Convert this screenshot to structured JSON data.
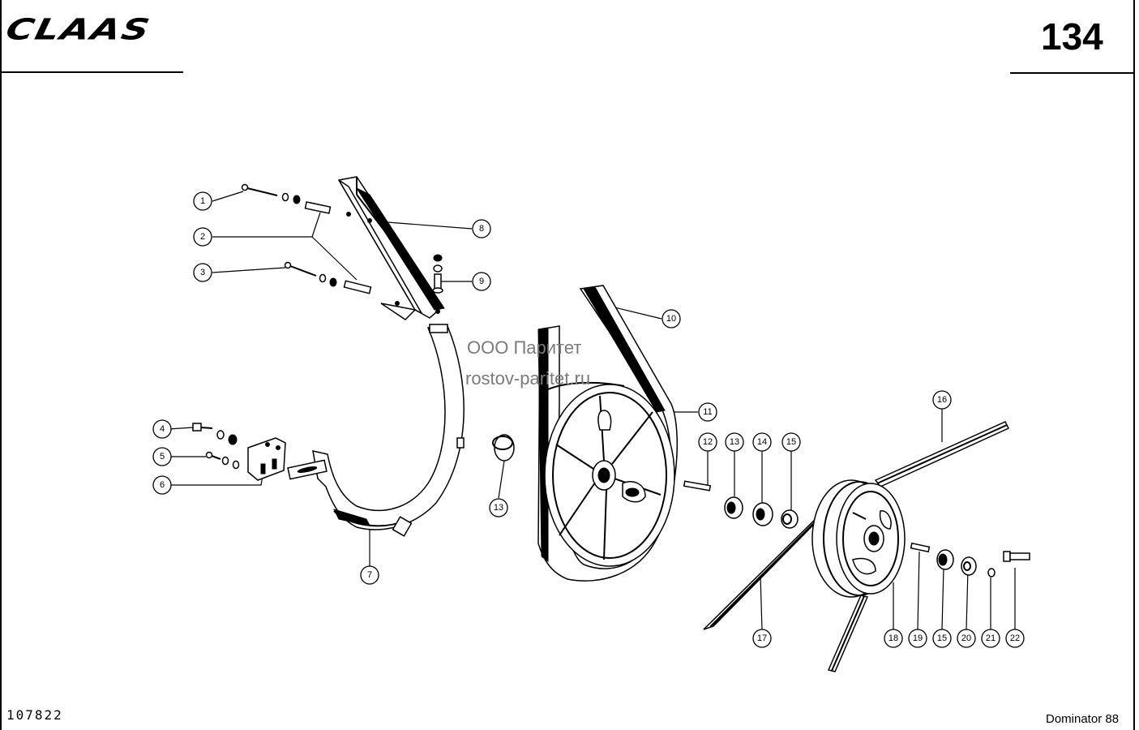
{
  "header": {
    "brand_logo": "CLAAS",
    "page_number": "134"
  },
  "footer": {
    "document_number": "107822",
    "model": "Dominator 88"
  },
  "watermark": {
    "line1": "ООО Паритет",
    "line2": "rostov-paritet.ru"
  },
  "callouts": [
    "1",
    "2",
    "3",
    "4",
    "5",
    "6",
    "7",
    "8",
    "9",
    "10",
    "11",
    "12",
    "13",
    "13",
    "14",
    "15",
    "15",
    "16",
    "17",
    "18",
    "19",
    "20",
    "21",
    "22"
  ]
}
